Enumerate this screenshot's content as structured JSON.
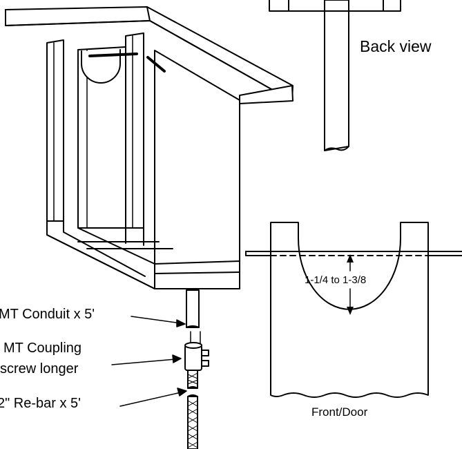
{
  "labels": {
    "back_view": "Back view",
    "front_door": "Front/Door",
    "hole_dimension": "1-1/4 to 1-3/8",
    "conduit": "MT Conduit x 5'",
    "coupling_line1": "MT Coupling",
    "coupling_line2": "screw longer",
    "rebar": "2\" Re-bar x 5'"
  },
  "colors": {
    "stroke": "#000000",
    "fill": "#ffffff"
  }
}
